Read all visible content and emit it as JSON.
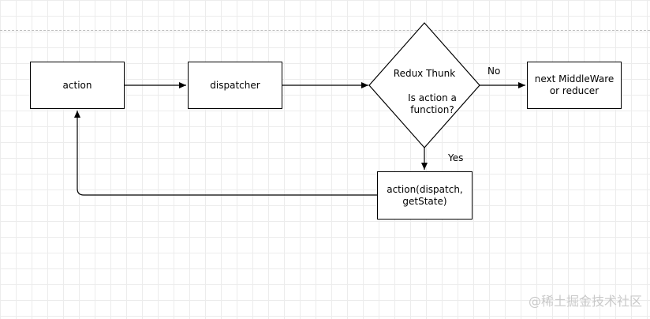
{
  "nodes": {
    "action": "action",
    "dispatcher": "dispatcher",
    "decision_title": "Redux Thunk",
    "decision_question": "Is action a\nfunction?",
    "next_middleware": "next MiddleWare\nor reducer",
    "call_action": "action(dispatch,\ngetState)"
  },
  "edges": {
    "no_label": "No",
    "yes_label": "Yes"
  },
  "watermark": "@稀土掘金技术社区"
}
